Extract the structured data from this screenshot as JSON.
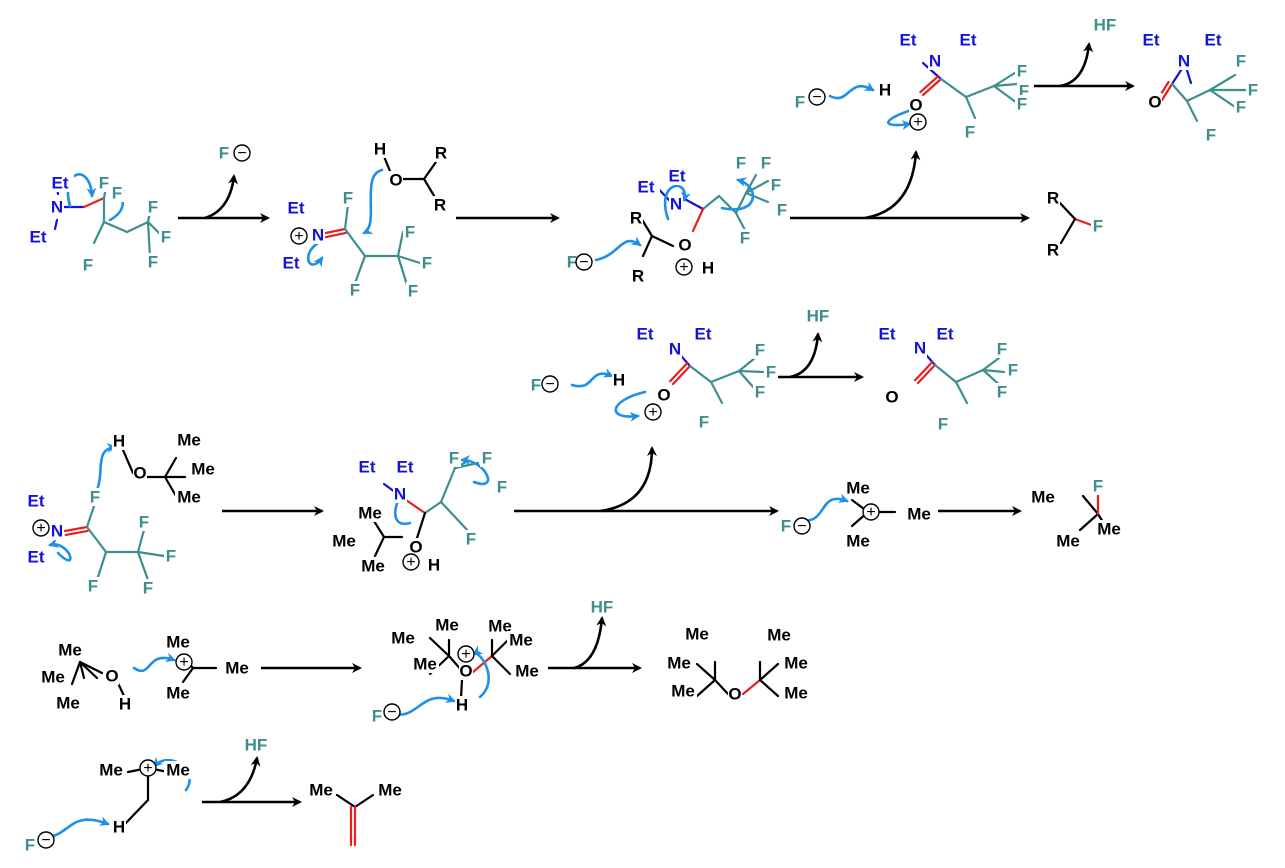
{
  "colors": {
    "nitrogen": "#1414d8",
    "fluorine": "#3e8e8e",
    "oxygen": "#000000",
    "carbon": "#000000",
    "new_bond": "#e81f1f",
    "electron_arrow": "#1f8fe8",
    "reaction_arrow": "#000000"
  },
  "icons": {
    "plus_charge": "circled-plus",
    "minus_charge": "circled-minus",
    "electron_push_arrow": "curved-arrow",
    "reaction_arrow": "straight-arrow"
  },
  "labels": {
    "Et": "Et",
    "N": "N",
    "F": "F",
    "O": "O",
    "H": "H",
    "R": "R",
    "Me": "Me",
    "HF": "HF",
    "plus": "+",
    "minus": "−"
  }
}
